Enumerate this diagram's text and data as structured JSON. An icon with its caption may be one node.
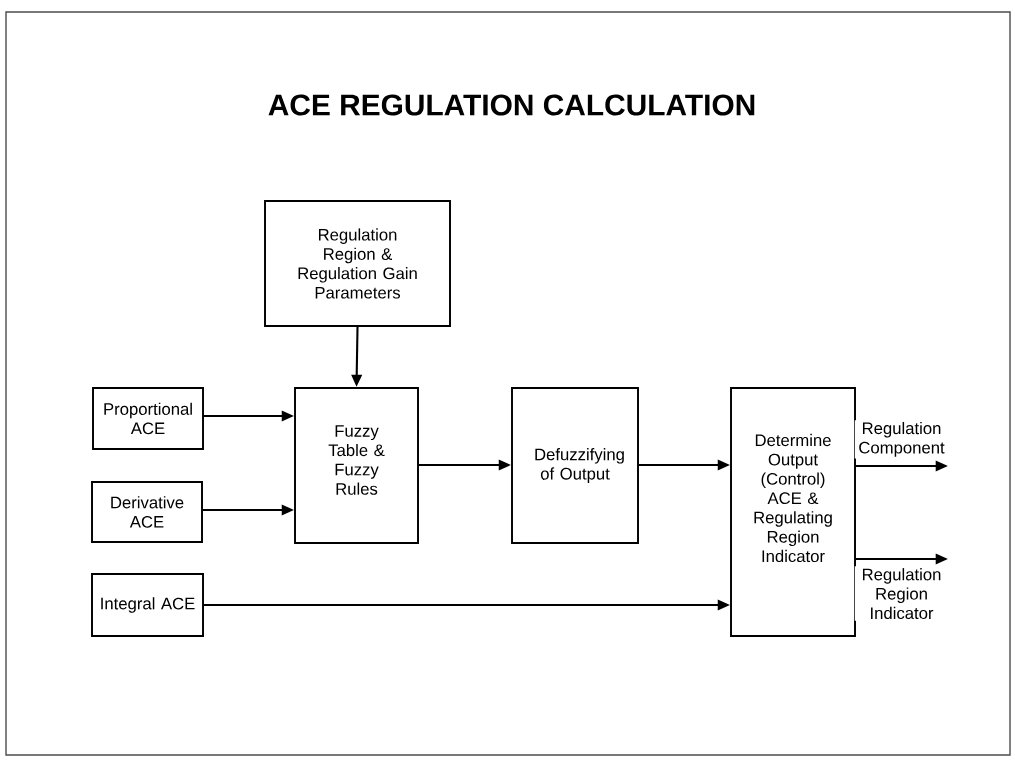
{
  "diagram": {
    "title": "ACE REGULATION CALCULATION",
    "nodes": [
      {
        "text": [
          "Regulation Region & Regulation Gain Parameters"
        ]
      },
      {
        "text": [
          "Proportional ACE"
        ]
      },
      {
        "text": [
          "Derivative ACE"
        ]
      },
      {
        "text": [
          "Integral ACE"
        ]
      },
      {
        "text": [
          "Fuzzy Table & Fuzzy Rules"
        ]
      },
      {
        "text": [
          "Defuzzifying of Output"
        ]
      },
      {
        "text": [
          "Determine Output (Control) ACE & Regulating Region Indicator"
        ]
      }
    ],
    "edges": [
      {
        "from": 0,
        "to": 4,
        "arrow": "to"
      },
      {
        "from": 1,
        "to": 4,
        "arrow": "to"
      },
      {
        "from": 2,
        "to": 4,
        "arrow": "to"
      },
      {
        "from": 4,
        "to": 5,
        "arrow": "to"
      },
      {
        "from": 5,
        "to": 6,
        "arrow": "to"
      },
      {
        "from": 3,
        "to": 6,
        "arrow": "to"
      },
      {
        "from": 6,
        "to": null,
        "arrow": "to",
        "label": "Regulation Component"
      },
      {
        "from": 6,
        "to": null,
        "arrow": "to",
        "label": "Regulation Region Indicator"
      }
    ]
  }
}
